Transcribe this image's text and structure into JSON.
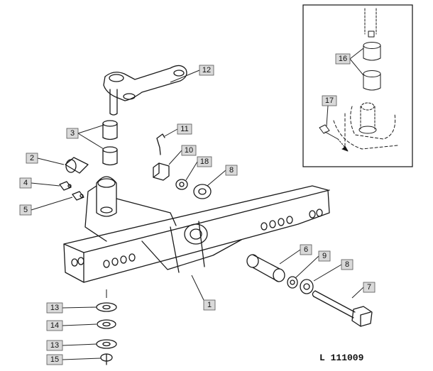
{
  "diagram": {
    "reference": "L 111009",
    "callouts": [
      {
        "id": "c1",
        "number": "1"
      },
      {
        "id": "c2",
        "number": "2"
      },
      {
        "id": "c3",
        "number": "3"
      },
      {
        "id": "c4",
        "number": "4"
      },
      {
        "id": "c5",
        "number": "5"
      },
      {
        "id": "c6",
        "number": "6"
      },
      {
        "id": "c7",
        "number": "7"
      },
      {
        "id": "c8a",
        "number": "8"
      },
      {
        "id": "c8b",
        "number": "8"
      },
      {
        "id": "c9",
        "number": "9"
      },
      {
        "id": "c10",
        "number": "10"
      },
      {
        "id": "c11",
        "number": "11"
      },
      {
        "id": "c12",
        "number": "12"
      },
      {
        "id": "c13a",
        "number": "13"
      },
      {
        "id": "c13b",
        "number": "13"
      },
      {
        "id": "c14",
        "number": "14"
      },
      {
        "id": "c15",
        "number": "15"
      },
      {
        "id": "c16",
        "number": "16"
      },
      {
        "id": "c17",
        "number": "17"
      },
      {
        "id": "c18",
        "number": "18"
      }
    ]
  }
}
